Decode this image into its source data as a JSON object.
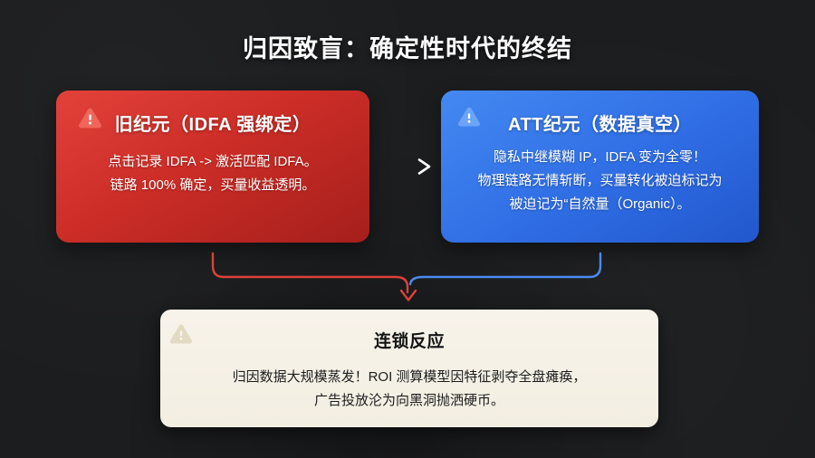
{
  "title": "归因致盲：确定性时代的终结",
  "cards": {
    "old_era": {
      "icon": "warning-triangle-icon",
      "header": "旧纪元（IDFA 强绑定）",
      "body_lines": [
        "点击记录 IDFA -> 激活匹配 IDFA。",
        "链路 100% 确定，买量收益透明。"
      ]
    },
    "att_era": {
      "icon": "warning-triangle-icon",
      "header": "ATT纪元（数据真空）",
      "body_lines": [
        "隐私中继模糊 IP，IDFA 变为全零！",
        "物理链路无情斩断，买量转化被迫标记为",
        "被迫记为“自然量（Organic）。"
      ]
    },
    "chain_reaction": {
      "icon": "warning-triangle-icon",
      "header": "连锁反应",
      "body_lines": [
        "归因数据大规模蒸发！ROI 测算模型因特征剥夺全盘瘫痪，",
        "广告投放沦为向黑洞抛洒硬币。"
      ]
    }
  },
  "colors": {
    "background": "#1c1d1f",
    "old_era_card": "#c72b24",
    "old_era_icon": "#ef665b",
    "att_era_card": "#3571e8",
    "att_era_icon": "#6ba4f8",
    "chain_card": "#f6f1e6",
    "chain_icon": "#e3dac3",
    "arrow_red": "#dc4238",
    "arrow_blue": "#4b8bf0",
    "arrow_white": "#ffffff"
  }
}
